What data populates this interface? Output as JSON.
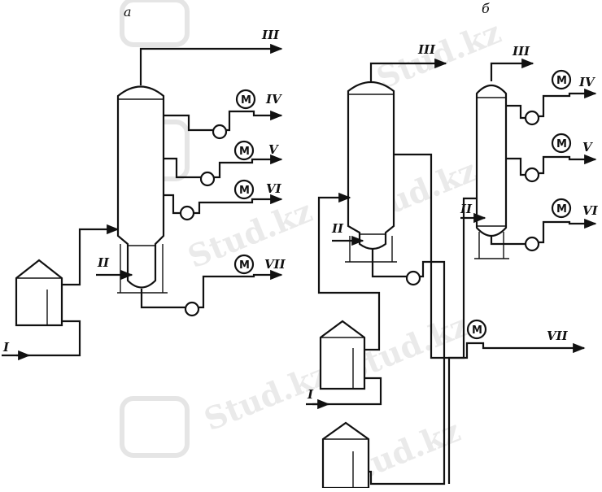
{
  "diagram": {
    "watermark": "Stud.kz",
    "panel_a": {
      "label": "a",
      "streams": {
        "feed": "I",
        "steam": "II",
        "overhead": "III",
        "side_1": "IV",
        "side_2": "V",
        "side_3": "VI",
        "bottoms": "VII"
      }
    },
    "panel_b": {
      "label": "б",
      "streams": {
        "feed": "I",
        "steam_col1": "II",
        "overhead_col1": "III",
        "steam_col2": "II",
        "overhead_col2": "III",
        "side_1": "IV",
        "side_2": "V",
        "side_3": "VI",
        "bottoms": "VII"
      }
    },
    "motor_symbol": "M"
  }
}
